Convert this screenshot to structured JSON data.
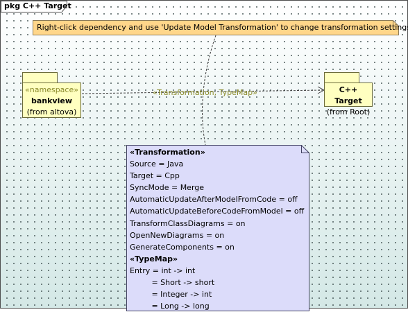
{
  "frame": {
    "label": "pkg C++ Target"
  },
  "hint_note": {
    "text": "Right-click dependency and use 'Update Model Transformation' to change transformation settings"
  },
  "packages": {
    "bankview": {
      "stereotype": "«namespace»",
      "name": "bankview",
      "origin": "(from altova)"
    },
    "cpp_target": {
      "name": "C++ Target",
      "origin": "(from Root)"
    }
  },
  "dependency": {
    "label": "«Transformation, TypeMap»"
  },
  "transformation_note": {
    "lines": [
      {
        "text": "«Transformation»",
        "bold": true
      },
      {
        "text": "Source = Java"
      },
      {
        "text": "Target = Cpp"
      },
      {
        "text": "SyncMode = Merge"
      },
      {
        "text": "AutomaticUpdateAfterModelFromCode = off"
      },
      {
        "text": "AutomaticUpdateBeforeCodeFromModel = off"
      },
      {
        "text": "TransformClassDiagrams = on"
      },
      {
        "text": "OpenNewDiagrams = on"
      },
      {
        "text": "GenerateComponents = on"
      },
      {
        "text": "«TypeMap»",
        "bold": true
      },
      {
        "text": "Entry = int -> int"
      },
      {
        "text": "         = Short -> short"
      },
      {
        "text": "         = Integer -> int"
      },
      {
        "text": "         = Long -> long"
      }
    ]
  },
  "colors": {
    "package_fill": "#ffffc0",
    "hint_fill": "#ffd68a",
    "note_fill": "#dcdcfa",
    "dependency_label": "#8b8b2b"
  }
}
